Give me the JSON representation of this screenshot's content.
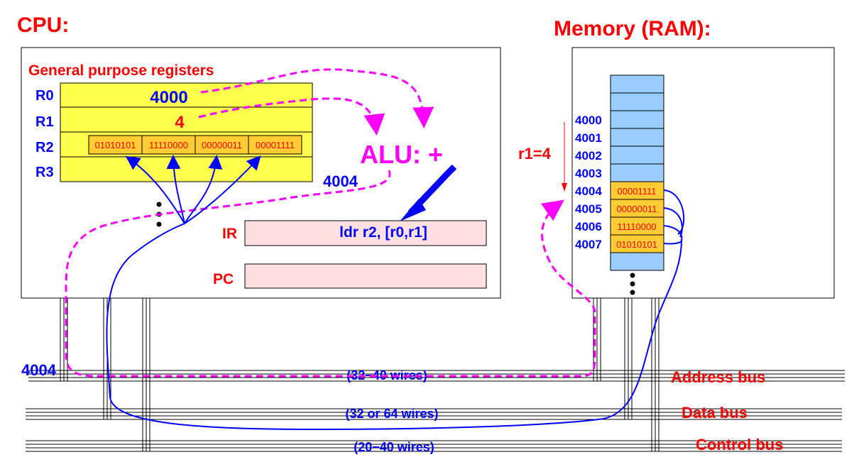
{
  "cpu": {
    "title": "CPU:",
    "registers_title": "General purpose registers",
    "registers": [
      {
        "name": "R0",
        "value": "4000"
      },
      {
        "name": "R1",
        "value": "4"
      },
      {
        "name": "R2",
        "bytes": [
          "01010101",
          "11110000",
          "00000011",
          "00001111"
        ]
      },
      {
        "name": "R3",
        "value": ""
      }
    ],
    "alu_label": "ALU: +",
    "alu_result": "4004",
    "ir": {
      "label": "IR",
      "value": "ldr  r2, [r0,r1]"
    },
    "pc": {
      "label": "PC",
      "value": ""
    }
  },
  "memory": {
    "title": "Memory (RAM):",
    "offset_label": "r1=4",
    "rows": [
      {
        "addr": "4000",
        "value": ""
      },
      {
        "addr": "4001",
        "value": ""
      },
      {
        "addr": "4002",
        "value": ""
      },
      {
        "addr": "4003",
        "value": ""
      },
      {
        "addr": "4004",
        "value": "00001111"
      },
      {
        "addr": "4005",
        "value": "00000011"
      },
      {
        "addr": "4006",
        "value": "11110000"
      },
      {
        "addr": "4007",
        "value": "01010101"
      }
    ]
  },
  "buses": {
    "address": {
      "label": "Address bus",
      "wires": "(32−40 wires)",
      "value": "4004"
    },
    "data": {
      "label": "Data bus",
      "wires": "(32 or 64 wires)"
    },
    "control": {
      "label": "Control bus",
      "wires": "(20−40 wires)"
    }
  },
  "colors": {
    "red": "#ff0000",
    "blue": "#0000ff",
    "magenta": "#ff00ff",
    "register": "#ffff4d",
    "ir": "#ffe0e0",
    "memory": "#99ccff",
    "memory_filled": "#ffcc33"
  }
}
